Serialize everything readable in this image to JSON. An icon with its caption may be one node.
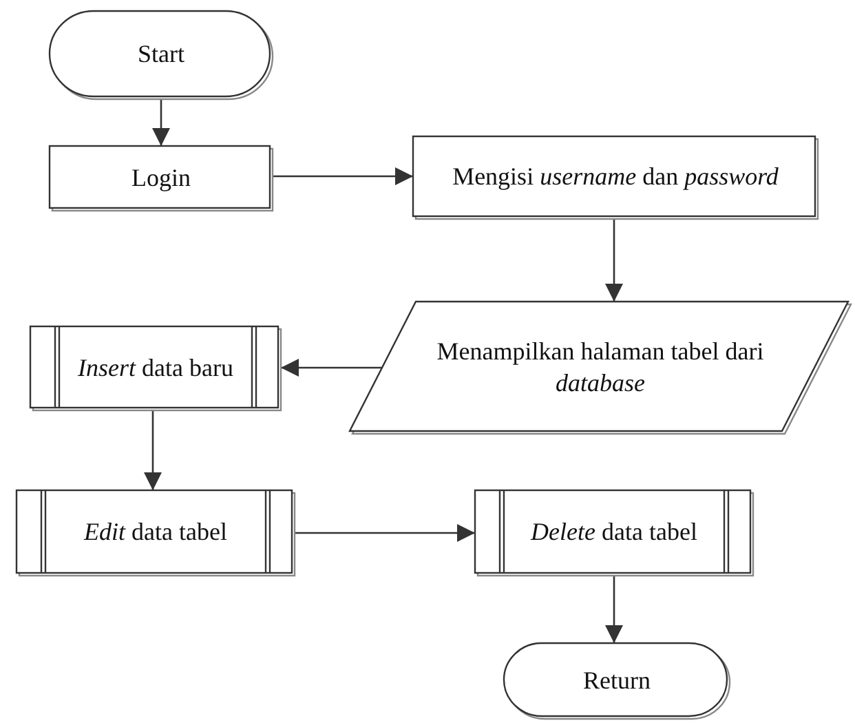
{
  "diagram": {
    "nodes": [
      {
        "text": [
          "Start"
        ]
      },
      {
        "text": [
          "Login"
        ]
      },
      {
        "text": [
          "Mengisi *username* dan *password*"
        ]
      },
      {
        "text": [
          "Menampilkan halaman tabel dari *database*"
        ]
      },
      {
        "text": [
          "*Insert* data baru"
        ]
      },
      {
        "text": [
          "*Edit* data tabel"
        ]
      },
      {
        "text": [
          "*Delete* data tabel"
        ]
      },
      {
        "text": [
          "Return"
        ]
      }
    ],
    "edges": [
      {
        "from": 0,
        "to": 1,
        "arrow": "to"
      },
      {
        "from": 1,
        "to": 2,
        "arrow": "to"
      },
      {
        "from": 2,
        "to": 3,
        "arrow": "to"
      },
      {
        "from": 3,
        "to": 4,
        "arrow": "to"
      },
      {
        "from": 4,
        "to": 5,
        "arrow": "to"
      },
      {
        "from": 5,
        "to": 6,
        "arrow": "to"
      },
      {
        "from": 6,
        "to": 7,
        "arrow": "to"
      }
    ]
  }
}
